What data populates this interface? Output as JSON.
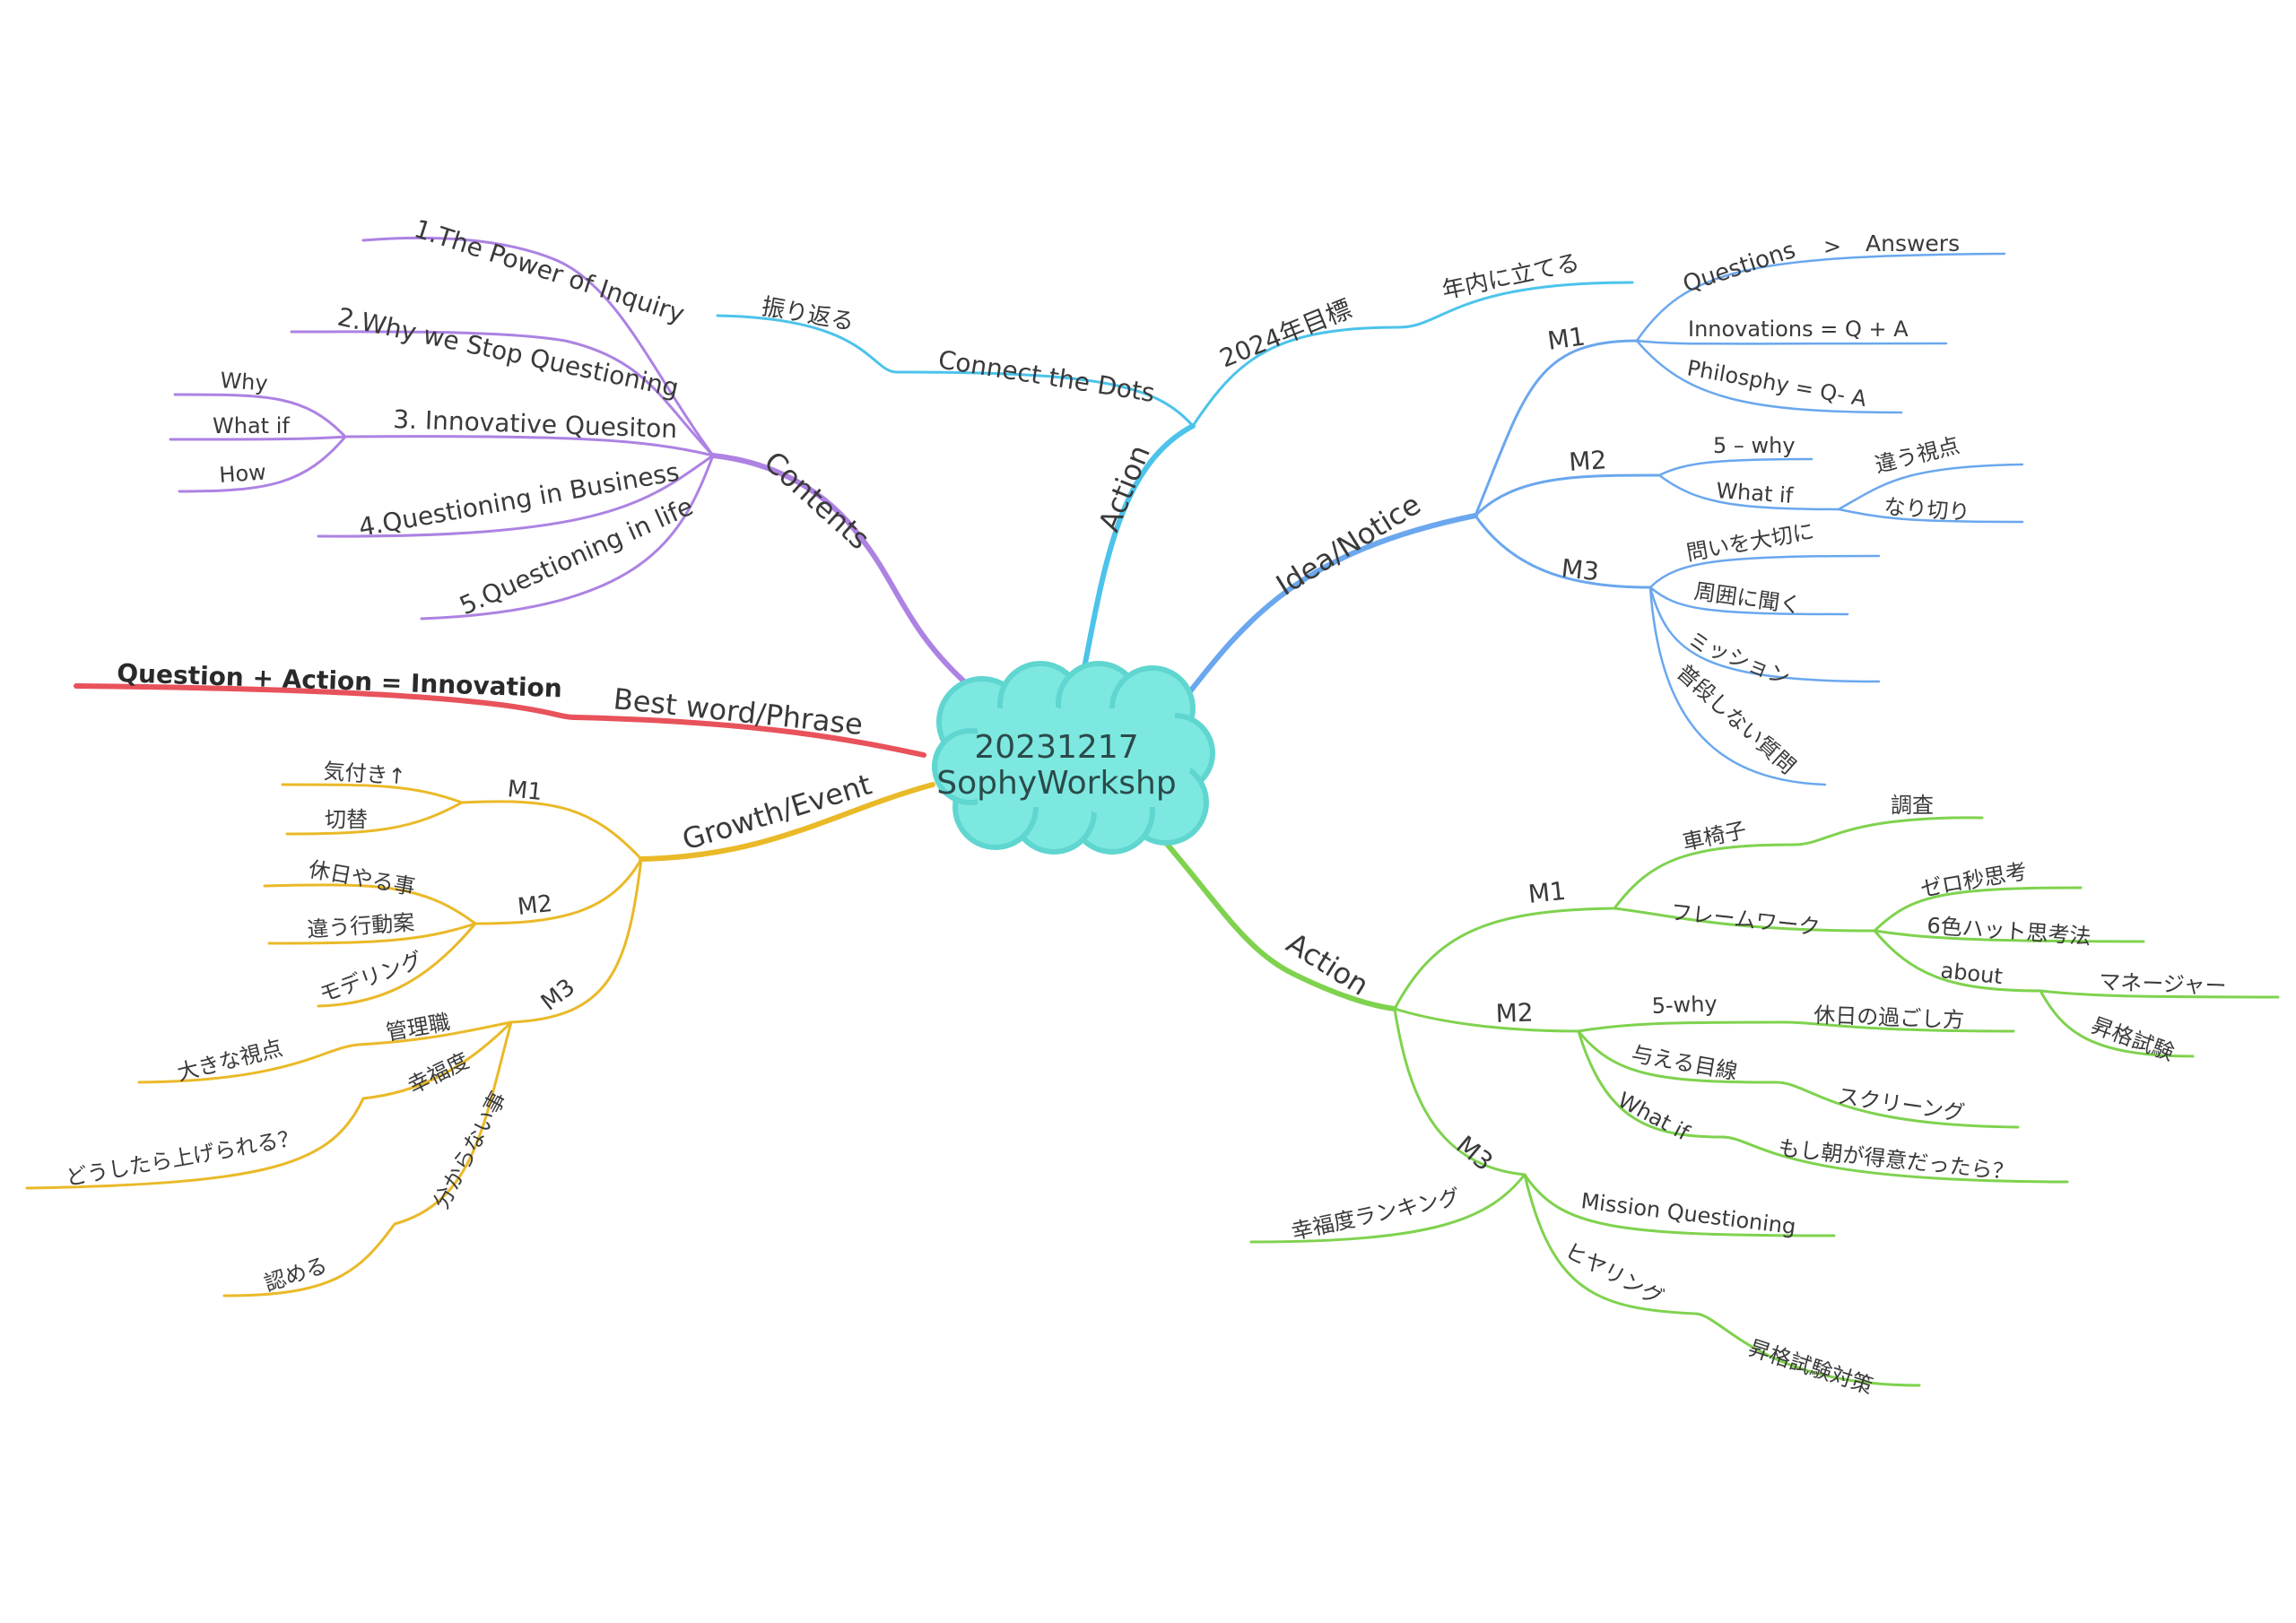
{
  "colors": {
    "teal": "#7de8e0",
    "teal_border": "#5fd6cf",
    "cyan": "#4cc3ea",
    "blue": "#6aa7ee",
    "green": "#7fd24e",
    "purple": "#ad82e3",
    "red": "#e8525b",
    "yellow": "#eab928"
  },
  "center": {
    "line1": "20231217",
    "line2": "SophyWorkshp"
  },
  "branches": {
    "action_top": {
      "label": "Action",
      "connect": "Connect the Dots",
      "connect_child": "振り返る",
      "goal": "2024年目標",
      "goal_child": "年内に立てる"
    },
    "idea": {
      "label": "Idea/Notice",
      "m1": "M1",
      "m1_questions": "Questions",
      "m1_gt": ">",
      "m1_answers": "Answers",
      "m1_innov": "Innovations = Q + A",
      "m1_philo": "Philosphy = Q- A",
      "m2": "M2",
      "m2_5why": "5 – why",
      "m2_whatif": "What if",
      "m2_chigau": "違う視点",
      "m2_narikiri": "なり切り",
      "m3": "M3",
      "m3_a": "問いを大切に",
      "m3_b": "周囲に聞く",
      "m3_c": "ミッション",
      "m3_d": "普段しない質問"
    },
    "contents": {
      "label": "Contents",
      "c1": "1.The Power of Inquiry",
      "c2": "2.Why we Stop Questioning",
      "c3": "3. Innovative Quesiton",
      "c3_why": "Why",
      "c3_whatif": "What if",
      "c3_how": "How",
      "c4": "4.Questioning in Business",
      "c5": "5.Questioning in life"
    },
    "best": {
      "label": "Best word/Phrase",
      "phrase": "Question + Action = Innovation"
    },
    "growth": {
      "label": "Growth/Event",
      "m1": "M1",
      "m1_a": "気付き↑",
      "m1_b": "切替",
      "m2": "M2",
      "m2_a": "休日やる事",
      "m2_b": "違う行動案",
      "m2_c": "モデリング",
      "m3": "M3",
      "m3_kanri": "管理職",
      "m3_kanri_child": "大きな視点",
      "m3_kofuku": "幸福度",
      "m3_kofuku_child": "どうしたら上げられる？",
      "m3_wakaranai": "分からない事",
      "m3_wakaranai_child": "認める"
    },
    "action_bottom": {
      "label": "Action",
      "m1": "M1",
      "m1_isu": "車椅子",
      "m1_isu_child": "調査",
      "m1_fw": "フレームワーク",
      "m1_fw_a": "ゼロ秒思考",
      "m1_fw_b": "6色ハット思考法",
      "m1_fw_about": "about",
      "m1_fw_about_a": "マネージャー",
      "m1_fw_about_b": "昇格試験",
      "m2": "M2",
      "m2_5why": "5-why",
      "m2_5why_child": "休日の過ごし方",
      "m2_ataeru": "与える目線",
      "m2_ataeru_child": "スクリーング",
      "m2_whatif": "What if",
      "m2_whatif_child": "もし朝が得意だったら？",
      "m3": "M3",
      "m3_kofuku": "幸福度ランキング",
      "m3_mission": "Mission Questioning",
      "m3_hiyaring": "ヒヤリング",
      "m3_hiyaring_child": "昇格試験対策"
    }
  }
}
